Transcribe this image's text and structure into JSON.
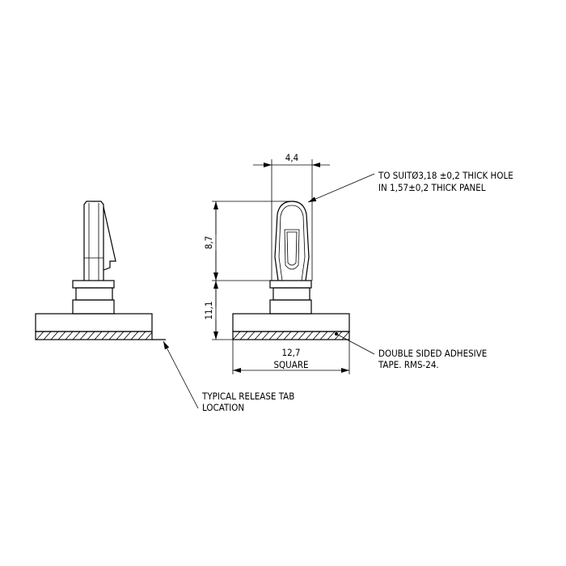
{
  "drawing": {
    "dimensions": {
      "width_tip": "4,4",
      "post_height": "8,7",
      "base_height": "11,1",
      "base_width": "12,7",
      "base_width_note": "SQUARE"
    },
    "notes": {
      "hole_line1": "TO SUITØ3,18 ±0,2 THICK HOLE",
      "hole_line2": "IN 1,57±0,2 THICK PANEL",
      "tape_line1": "DOUBLE SIDED ADHESIVE",
      "tape_line2": "TAPE. RMS-24.",
      "tab_line1": "TYPICAL RELEASE TAB",
      "tab_line2": "LOCATION"
    }
  }
}
